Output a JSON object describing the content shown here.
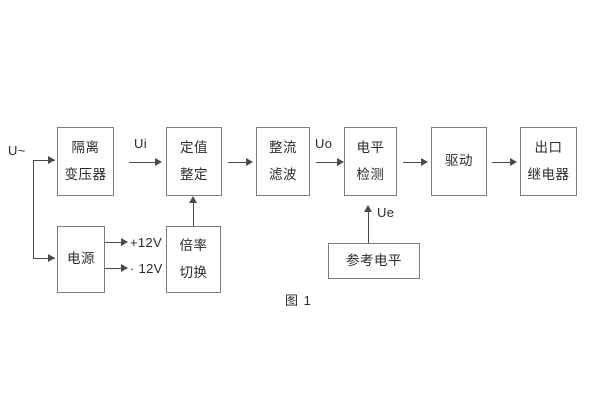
{
  "figure": {
    "caption": "图 1",
    "background_color": "#ffffff",
    "box_border_color": "#7d7d7d",
    "line_color": "#4a4a4a",
    "text_color": "#2b2b2b"
  },
  "signals": {
    "input": "U~",
    "ui": "Ui",
    "uo": "Uo",
    "ue": "Ue",
    "pos12v": "+12V",
    "neg12v": "· 12V"
  },
  "blocks": {
    "isolation_transformer": {
      "line1": "隔离",
      "line2": "变压器"
    },
    "setting_value": {
      "line1": "定值",
      "line2": "整定"
    },
    "rectify_filter": {
      "line1": "整流",
      "line2": "滤波"
    },
    "level_detect": {
      "line1": "电平",
      "line2": "检测"
    },
    "drive": {
      "line1": "驱动"
    },
    "output_relay": {
      "line1": "出口",
      "line2": "继电器"
    },
    "power_supply": {
      "line1": "电源"
    },
    "multiplier_switch": {
      "line1": "倍率",
      "line2": "切换"
    },
    "reference_level": {
      "line1": "参考电平"
    }
  }
}
